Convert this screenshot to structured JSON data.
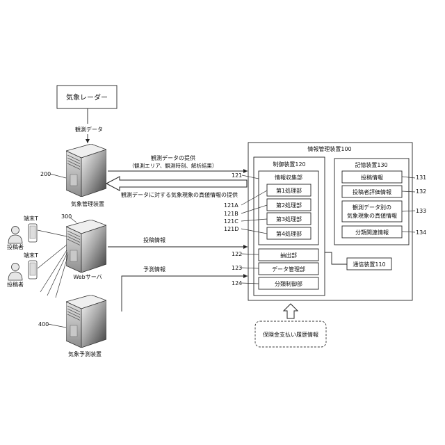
{
  "weather_radar": {
    "label": "気象レーダー"
  },
  "radar_output": {
    "label": "観測データ"
  },
  "weather_management_device": {
    "ref": "200",
    "label": "気象管理装置"
  },
  "observation_provision": {
    "line1": "観測データの提供",
    "line2": "（観測エリア、観測時刻、解析結果）"
  },
  "true_value_provision": {
    "label": "観測データに対する気象現象の真値情報の提供"
  },
  "web_server": {
    "ref": "300",
    "label": "Webサーバ"
  },
  "terminals": [
    {
      "label": "端末T",
      "user": "投稿者"
    },
    {
      "label": "端末T",
      "user": "投稿者"
    }
  ],
  "post_flow": {
    "label": "投稿情報"
  },
  "forecast_flow": {
    "label": "予測情報"
  },
  "weather_forecast_device": {
    "ref": "400",
    "label": "気象予測装置"
  },
  "info_management": {
    "title": "情報管理装置100",
    "control": {
      "title": "制御装置120",
      "collection": {
        "ref": "121",
        "title": "情報収集部",
        "processors": [
          {
            "ref": "121A",
            "label": "第1処理部"
          },
          {
            "ref": "121B",
            "label": "第2処理部"
          },
          {
            "ref": "121C",
            "label": "第3処理部"
          },
          {
            "ref": "121D",
            "label": "第4処理部"
          }
        ]
      },
      "units": [
        {
          "ref": "122",
          "label": "抽出部"
        },
        {
          "ref": "123",
          "label": "データ管理部"
        },
        {
          "ref": "124",
          "label": "分類制御部"
        }
      ]
    },
    "storage": {
      "title": "記憶装置130",
      "items": [
        {
          "ref": "131",
          "label": "投稿情報"
        },
        {
          "ref": "132",
          "label": "投稿者評価情報"
        },
        {
          "ref": "133",
          "line1": "観測データ別の",
          "line2": "気象現象の真値情報"
        },
        {
          "ref": "134",
          "label": "分類関連情報"
        }
      ]
    },
    "communication": {
      "label": "通信装置110"
    }
  },
  "insurance_history": {
    "label": "保険金支払い履歴情報"
  }
}
